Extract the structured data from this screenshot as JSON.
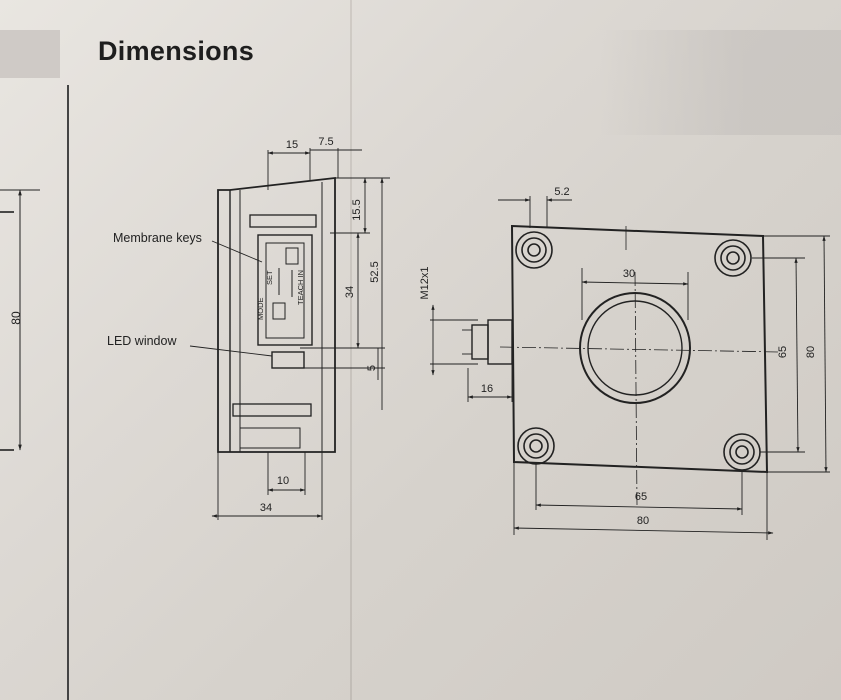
{
  "heading": "Dimensions",
  "labels": {
    "membrane_keys": "Membrane keys",
    "led_window": "LED window",
    "mode": "MODE",
    "set": "SET",
    "teach_in": "TEACH IN",
    "thread": "M12x1"
  },
  "side_view": {
    "dim_15": "15",
    "dim_7_5": "7.5",
    "dim_15_5": "15.5",
    "dim_52_5": "52.5",
    "dim_34_v": "34",
    "dim_5": "5",
    "dim_10": "10",
    "dim_34_h": "34"
  },
  "left_partial": {
    "dim_80": "80"
  },
  "front_view": {
    "dim_5_2": "5.2",
    "dim_30": "30",
    "dim_16": "16",
    "dim_65_h": "65",
    "dim_80_h": "80",
    "dim_65_v": "65",
    "dim_80_v": "80"
  },
  "colors": {
    "line": "#222222",
    "paper": "#e6e2dd"
  }
}
